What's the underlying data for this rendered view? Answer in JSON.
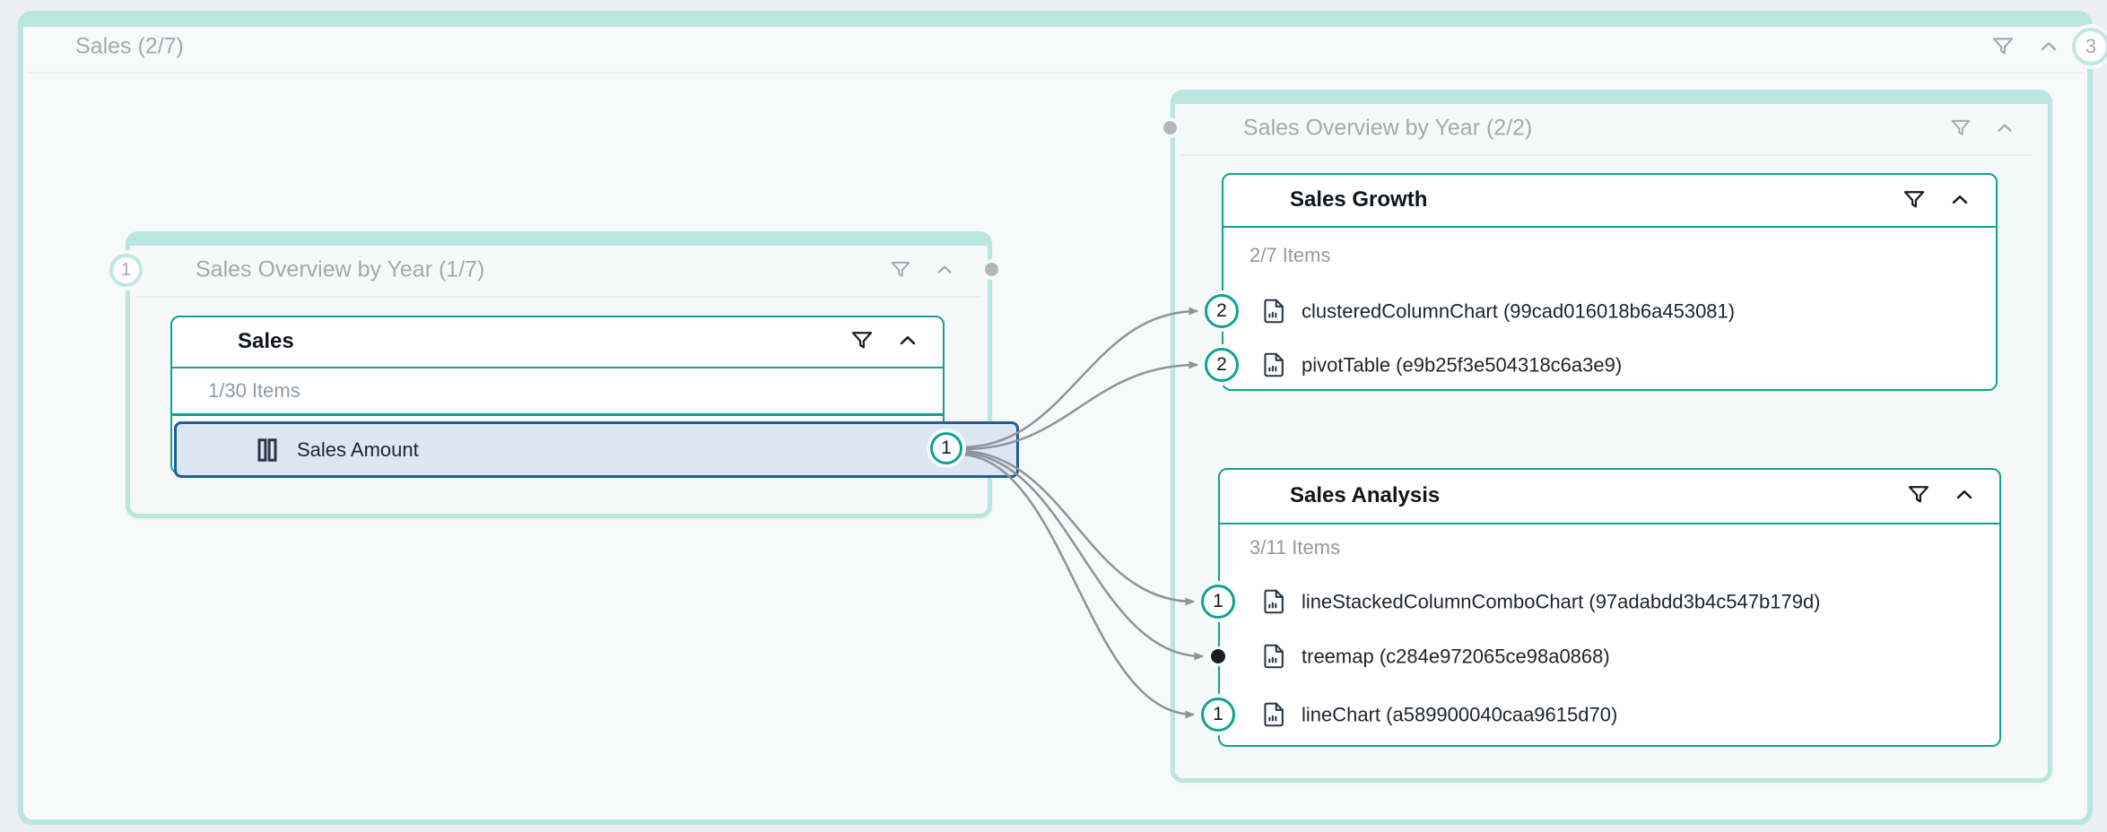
{
  "colors": {
    "page_bg": "#edeff0",
    "group_frame_teal": "#b9e6df",
    "card_border_teal": "#11a193",
    "edge_gray": "#8e939a",
    "selected_row_bg": "#dbe7f2",
    "selected_row_border": "#1d5f9c",
    "muted_title_gray": "#a3a9af"
  },
  "outer": {
    "title": "Sales (2/7)",
    "collapse_badge": "3"
  },
  "left_card": {
    "port_badge": "1",
    "title": "Sales Overview by Year (1/7)",
    "table": {
      "title": "Sales",
      "items_count": "1/30 Items",
      "selected_item": {
        "label": "Sales Amount",
        "badge": "1",
        "icon": "columns-icon"
      }
    }
  },
  "right_card": {
    "title": "Sales Overview by Year (2/2)",
    "groups": [
      {
        "title": "Sales Growth",
        "items_count": "2/7 Items",
        "items": [
          {
            "badge": "2",
            "icon": "file-chart-icon",
            "label": "clusteredColumnChart (99cad016018b6a453081)"
          },
          {
            "badge": "2",
            "icon": "file-chart-icon",
            "label": "pivotTable (e9b25f3e504318c6a3e9)"
          }
        ]
      },
      {
        "title": "Sales Analysis",
        "items_count": "3/11 Items",
        "items": [
          {
            "badge": "1",
            "icon": "file-chart-icon",
            "label": "lineStackedColumnComboChart (97adabdd3b4c547b179d)"
          },
          {
            "badge": null,
            "endpoint": "dot",
            "icon": "file-chart-icon",
            "label": "treemap (c284e972065ce98a0868)"
          },
          {
            "badge": "1",
            "icon": "file-chart-icon",
            "label": "lineChart (a589900040caa9615d70)"
          }
        ]
      }
    ]
  }
}
